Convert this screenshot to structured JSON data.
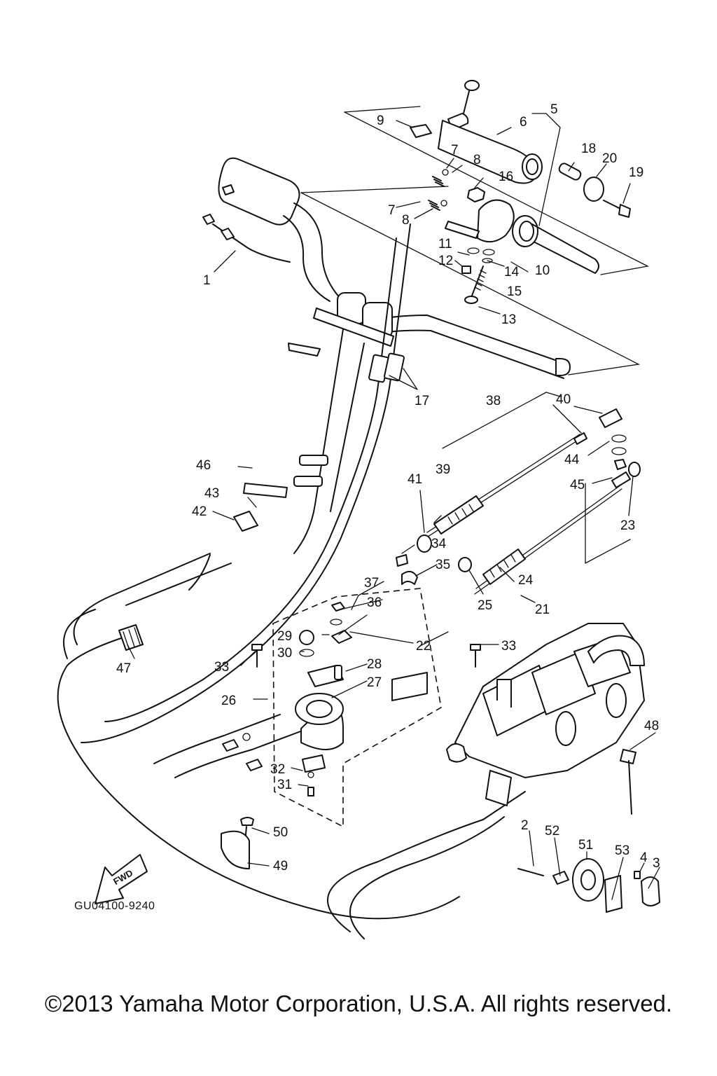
{
  "diagram": {
    "drawing_code": "GU04100-9240",
    "fwd_label": "FWD",
    "callouts": [
      {
        "id": "c1",
        "label": "1"
      },
      {
        "id": "c2",
        "label": "2"
      },
      {
        "id": "c3",
        "label": "3"
      },
      {
        "id": "c4",
        "label": "4"
      },
      {
        "id": "c5",
        "label": "5"
      },
      {
        "id": "c6",
        "label": "6"
      },
      {
        "id": "c7a",
        "label": "7"
      },
      {
        "id": "c7b",
        "label": "7"
      },
      {
        "id": "c8a",
        "label": "8"
      },
      {
        "id": "c8b",
        "label": "8"
      },
      {
        "id": "c9",
        "label": "9"
      },
      {
        "id": "c10",
        "label": "10"
      },
      {
        "id": "c11",
        "label": "11"
      },
      {
        "id": "c12",
        "label": "12"
      },
      {
        "id": "c13",
        "label": "13"
      },
      {
        "id": "c14",
        "label": "14"
      },
      {
        "id": "c15",
        "label": "15"
      },
      {
        "id": "c16",
        "label": "16"
      },
      {
        "id": "c17",
        "label": "17"
      },
      {
        "id": "c18",
        "label": "18"
      },
      {
        "id": "c19",
        "label": "19"
      },
      {
        "id": "c20",
        "label": "20"
      },
      {
        "id": "c21",
        "label": "21"
      },
      {
        "id": "c22",
        "label": "22"
      },
      {
        "id": "c23",
        "label": "23"
      },
      {
        "id": "c24",
        "label": "24"
      },
      {
        "id": "c25",
        "label": "25"
      },
      {
        "id": "c26",
        "label": "26"
      },
      {
        "id": "c27",
        "label": "27"
      },
      {
        "id": "c28",
        "label": "28"
      },
      {
        "id": "c29",
        "label": "29"
      },
      {
        "id": "c30",
        "label": "30"
      },
      {
        "id": "c31",
        "label": "31"
      },
      {
        "id": "c32",
        "label": "32"
      },
      {
        "id": "c33a",
        "label": "33"
      },
      {
        "id": "c33b",
        "label": "33"
      },
      {
        "id": "c34",
        "label": "34"
      },
      {
        "id": "c35",
        "label": "35"
      },
      {
        "id": "c36",
        "label": "36"
      },
      {
        "id": "c37",
        "label": "37"
      },
      {
        "id": "c38",
        "label": "38"
      },
      {
        "id": "c39",
        "label": "39"
      },
      {
        "id": "c40",
        "label": "40"
      },
      {
        "id": "c41",
        "label": "41"
      },
      {
        "id": "c42",
        "label": "42"
      },
      {
        "id": "c43",
        "label": "43"
      },
      {
        "id": "c44",
        "label": "44"
      },
      {
        "id": "c45",
        "label": "45"
      },
      {
        "id": "c46",
        "label": "46"
      },
      {
        "id": "c47",
        "label": "47"
      },
      {
        "id": "c48",
        "label": "48"
      },
      {
        "id": "c49",
        "label": "49"
      },
      {
        "id": "c50",
        "label": "50"
      },
      {
        "id": "c51",
        "label": "51"
      },
      {
        "id": "c52",
        "label": "52"
      },
      {
        "id": "c53",
        "label": "53"
      }
    ]
  },
  "footer": {
    "copyright": "©2013 Yamaha Motor Corporation, U.S.A. All rights reserved."
  }
}
